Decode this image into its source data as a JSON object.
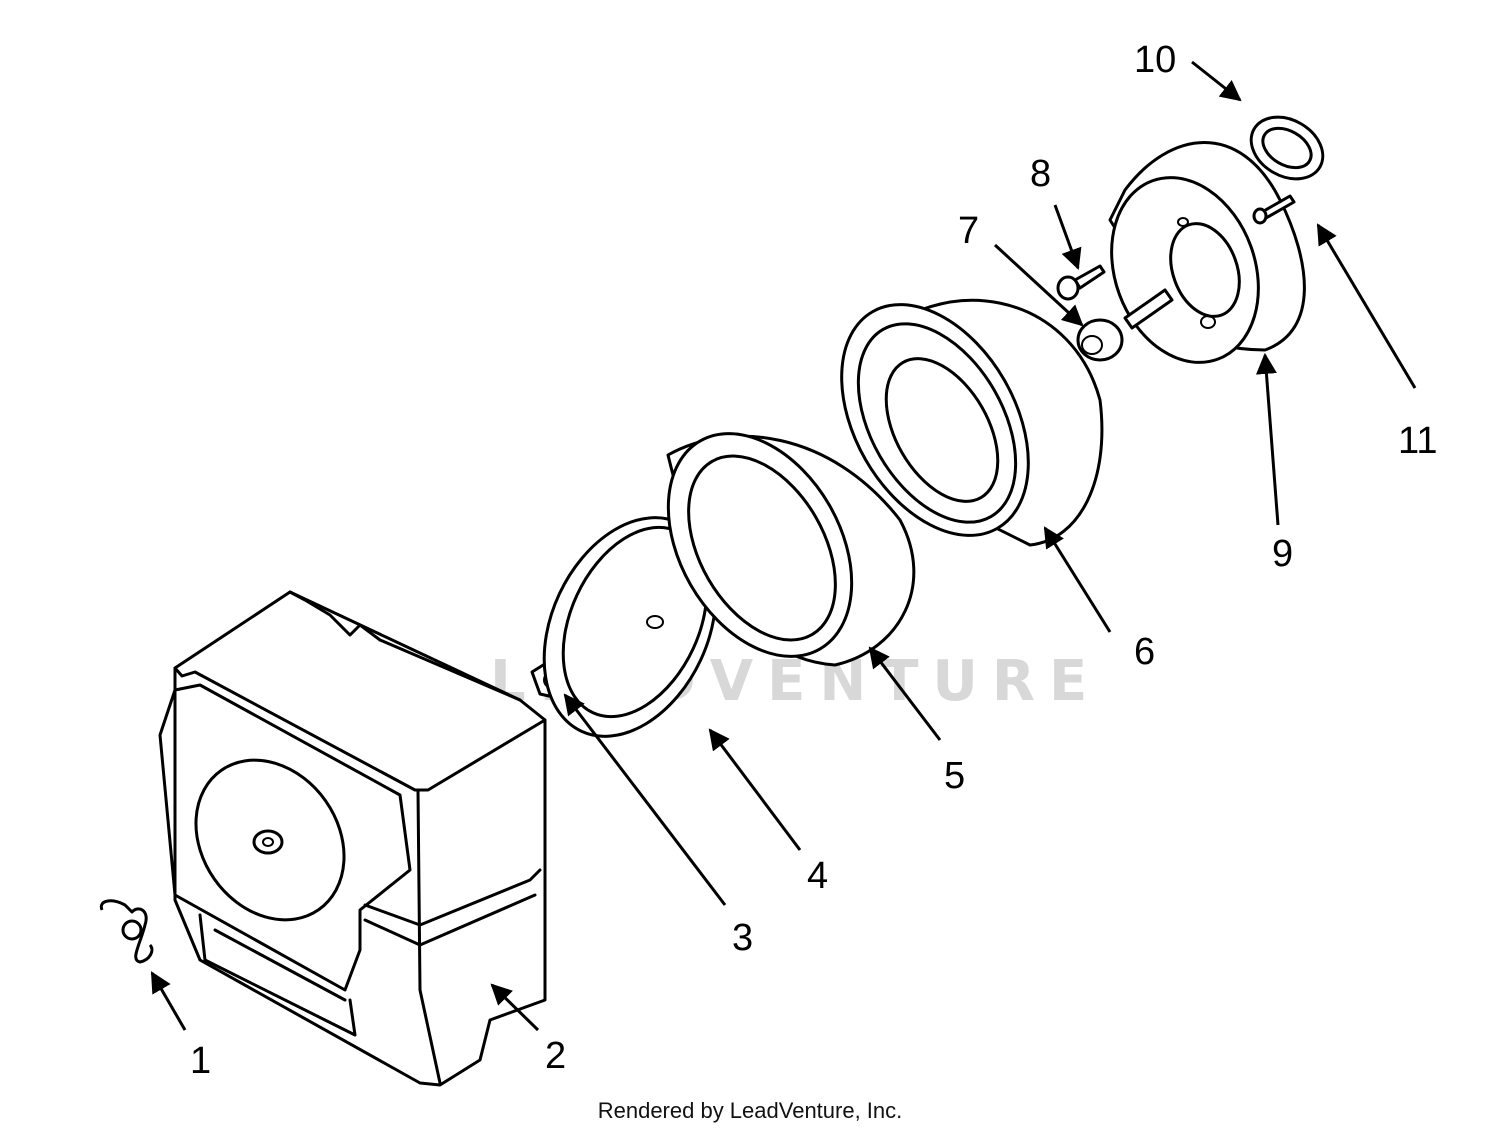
{
  "diagram": {
    "watermark": "LEADVENTURE",
    "footer": "Rendered by LeadVenture, Inc.",
    "callouts": [
      {
        "id": "1",
        "label": "1"
      },
      {
        "id": "2",
        "label": "2"
      },
      {
        "id": "3",
        "label": "3"
      },
      {
        "id": "4",
        "label": "4"
      },
      {
        "id": "5",
        "label": "5"
      },
      {
        "id": "6",
        "label": "6"
      },
      {
        "id": "7",
        "label": "7"
      },
      {
        "id": "8",
        "label": "8"
      },
      {
        "id": "9",
        "label": "9"
      },
      {
        "id": "10",
        "label": "10"
      },
      {
        "id": "11",
        "label": "11"
      }
    ]
  }
}
